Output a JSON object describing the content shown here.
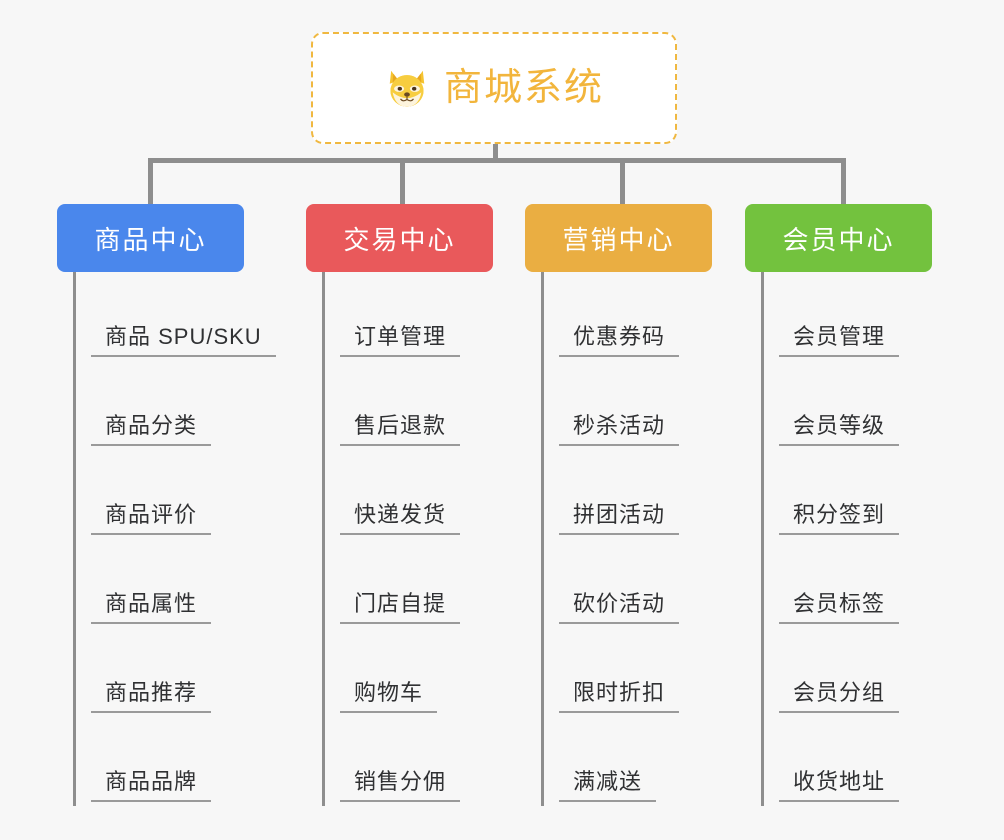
{
  "root": {
    "title": "商城系统",
    "icon": "shiba-dog-face-icon",
    "border_color": "#f0b840",
    "text_color": "#f2b53c",
    "background": "#ffffff"
  },
  "canvas": {
    "background": "#f7f7f7",
    "connector_color": "#8e8e8e",
    "leaf_text_color": "#303133",
    "leaf_underline_color": "#9a9a9a"
  },
  "categories": [
    {
      "label": "商品中心",
      "color": "#4a87ec",
      "items": [
        "商品 SPU/SKU",
        "商品分类",
        "商品评价",
        "商品属性",
        "商品推荐",
        "商品品牌"
      ]
    },
    {
      "label": "交易中心",
      "color": "#e9595b",
      "items": [
        "订单管理",
        "售后退款",
        "快递发货",
        "门店自提",
        "购物车",
        "销售分佣"
      ]
    },
    {
      "label": "营销中心",
      "color": "#eaae42",
      "items": [
        "优惠券码",
        "秒杀活动",
        "拼团活动",
        "砍价活动",
        "限时折扣",
        "满减送"
      ]
    },
    {
      "label": "会员中心",
      "color": "#73c23e",
      "items": [
        "会员管理",
        "会员等级",
        "积分签到",
        "会员标签",
        "会员分组",
        "收货地址"
      ]
    }
  ]
}
